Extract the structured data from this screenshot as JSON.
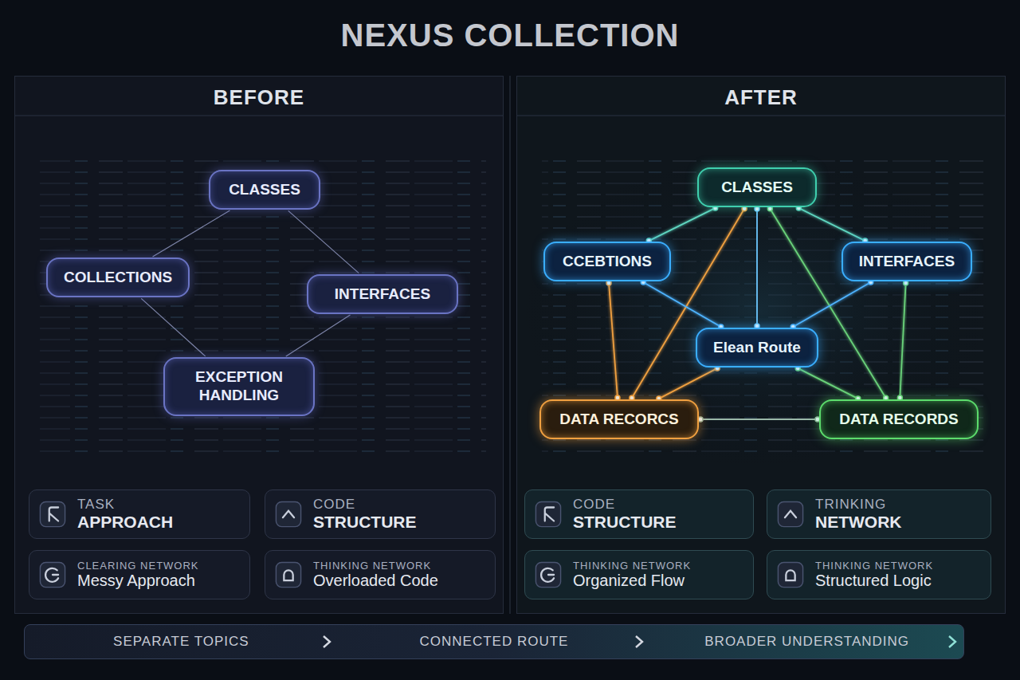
{
  "diagram": {
    "title": "NEXUS COLLECTION",
    "nodes": [
      {
        "text": [
          "BEFORE"
        ]
      },
      {
        "text": [
          "CLASSES"
        ],
        "in": 0
      },
      {
        "text": [
          "COLLECTIONS"
        ],
        "in": 0
      },
      {
        "text": [
          "INTERFACES"
        ],
        "in": 0
      },
      {
        "text": [
          "EXCEPTION HANDLING"
        ],
        "in": 0
      },
      {
        "text": [
          "TASK",
          "APPROACH"
        ],
        "in": 0
      },
      {
        "text": [
          "CODE",
          "STRUCTURE"
        ],
        "in": 0
      },
      {
        "text": [
          "CLEARING NETWORK",
          "Messy Approach"
        ],
        "in": 0
      },
      {
        "text": [
          "THINKING NETWORK",
          "Overloaded Code"
        ],
        "in": 0
      },
      {
        "text": [
          "AFTER"
        ]
      },
      {
        "text": [
          "CLASSES"
        ],
        "in": 9
      },
      {
        "text": [
          "CCEBTIONS"
        ],
        "in": 9
      },
      {
        "text": [
          "INTERFACES"
        ],
        "in": 9
      },
      {
        "text": [
          "Elean Route"
        ],
        "in": 9
      },
      {
        "text": [
          "DATA RECORCS"
        ],
        "in": 9
      },
      {
        "text": [
          "DATA RECORDS"
        ],
        "in": 9
      },
      {
        "text": [
          "CODE",
          "STRUCTURE"
        ],
        "in": 9
      },
      {
        "text": [
          "TRINKING",
          "NETWORK"
        ],
        "in": 9
      },
      {
        "text": [
          "THINKING NETWORK",
          "Organized Flow"
        ],
        "in": 9
      },
      {
        "text": [
          "THINKING NETWORK",
          "Structured Logic"
        ],
        "in": 9
      },
      {
        "text": [
          "SEPARATE TOPICS",
          "CONNECTED ROUTE",
          "BROADER UNDERSTANDING"
        ]
      }
    ],
    "edges": [
      {
        "from": 1,
        "to": 2,
        "arrow": "none"
      },
      {
        "from": 1,
        "to": 3,
        "arrow": "none"
      },
      {
        "from": 2,
        "to": 4,
        "arrow": "none"
      },
      {
        "from": 4,
        "to": 3,
        "arrow": "none"
      },
      {
        "from": 10,
        "to": 11,
        "arrow": "none"
      },
      {
        "from": 10,
        "to": 12,
        "arrow": "none"
      },
      {
        "from": 10,
        "to": 13,
        "arrow": "none"
      },
      {
        "from": 10,
        "to": 14,
        "arrow": "none"
      },
      {
        "from": 10,
        "to": 15,
        "arrow": "none"
      },
      {
        "from": 11,
        "to": 13,
        "arrow": "none"
      },
      {
        "from": 11,
        "to": 14,
        "arrow": "none"
      },
      {
        "from": 12,
        "to": 13,
        "arrow": "none"
      },
      {
        "from": 12,
        "to": 15,
        "arrow": "none"
      },
      {
        "from": 13,
        "to": 14,
        "arrow": "none"
      },
      {
        "from": 13,
        "to": 15,
        "arrow": "none"
      },
      {
        "from": 14,
        "to": 15,
        "arrow": "none"
      }
    ]
  }
}
